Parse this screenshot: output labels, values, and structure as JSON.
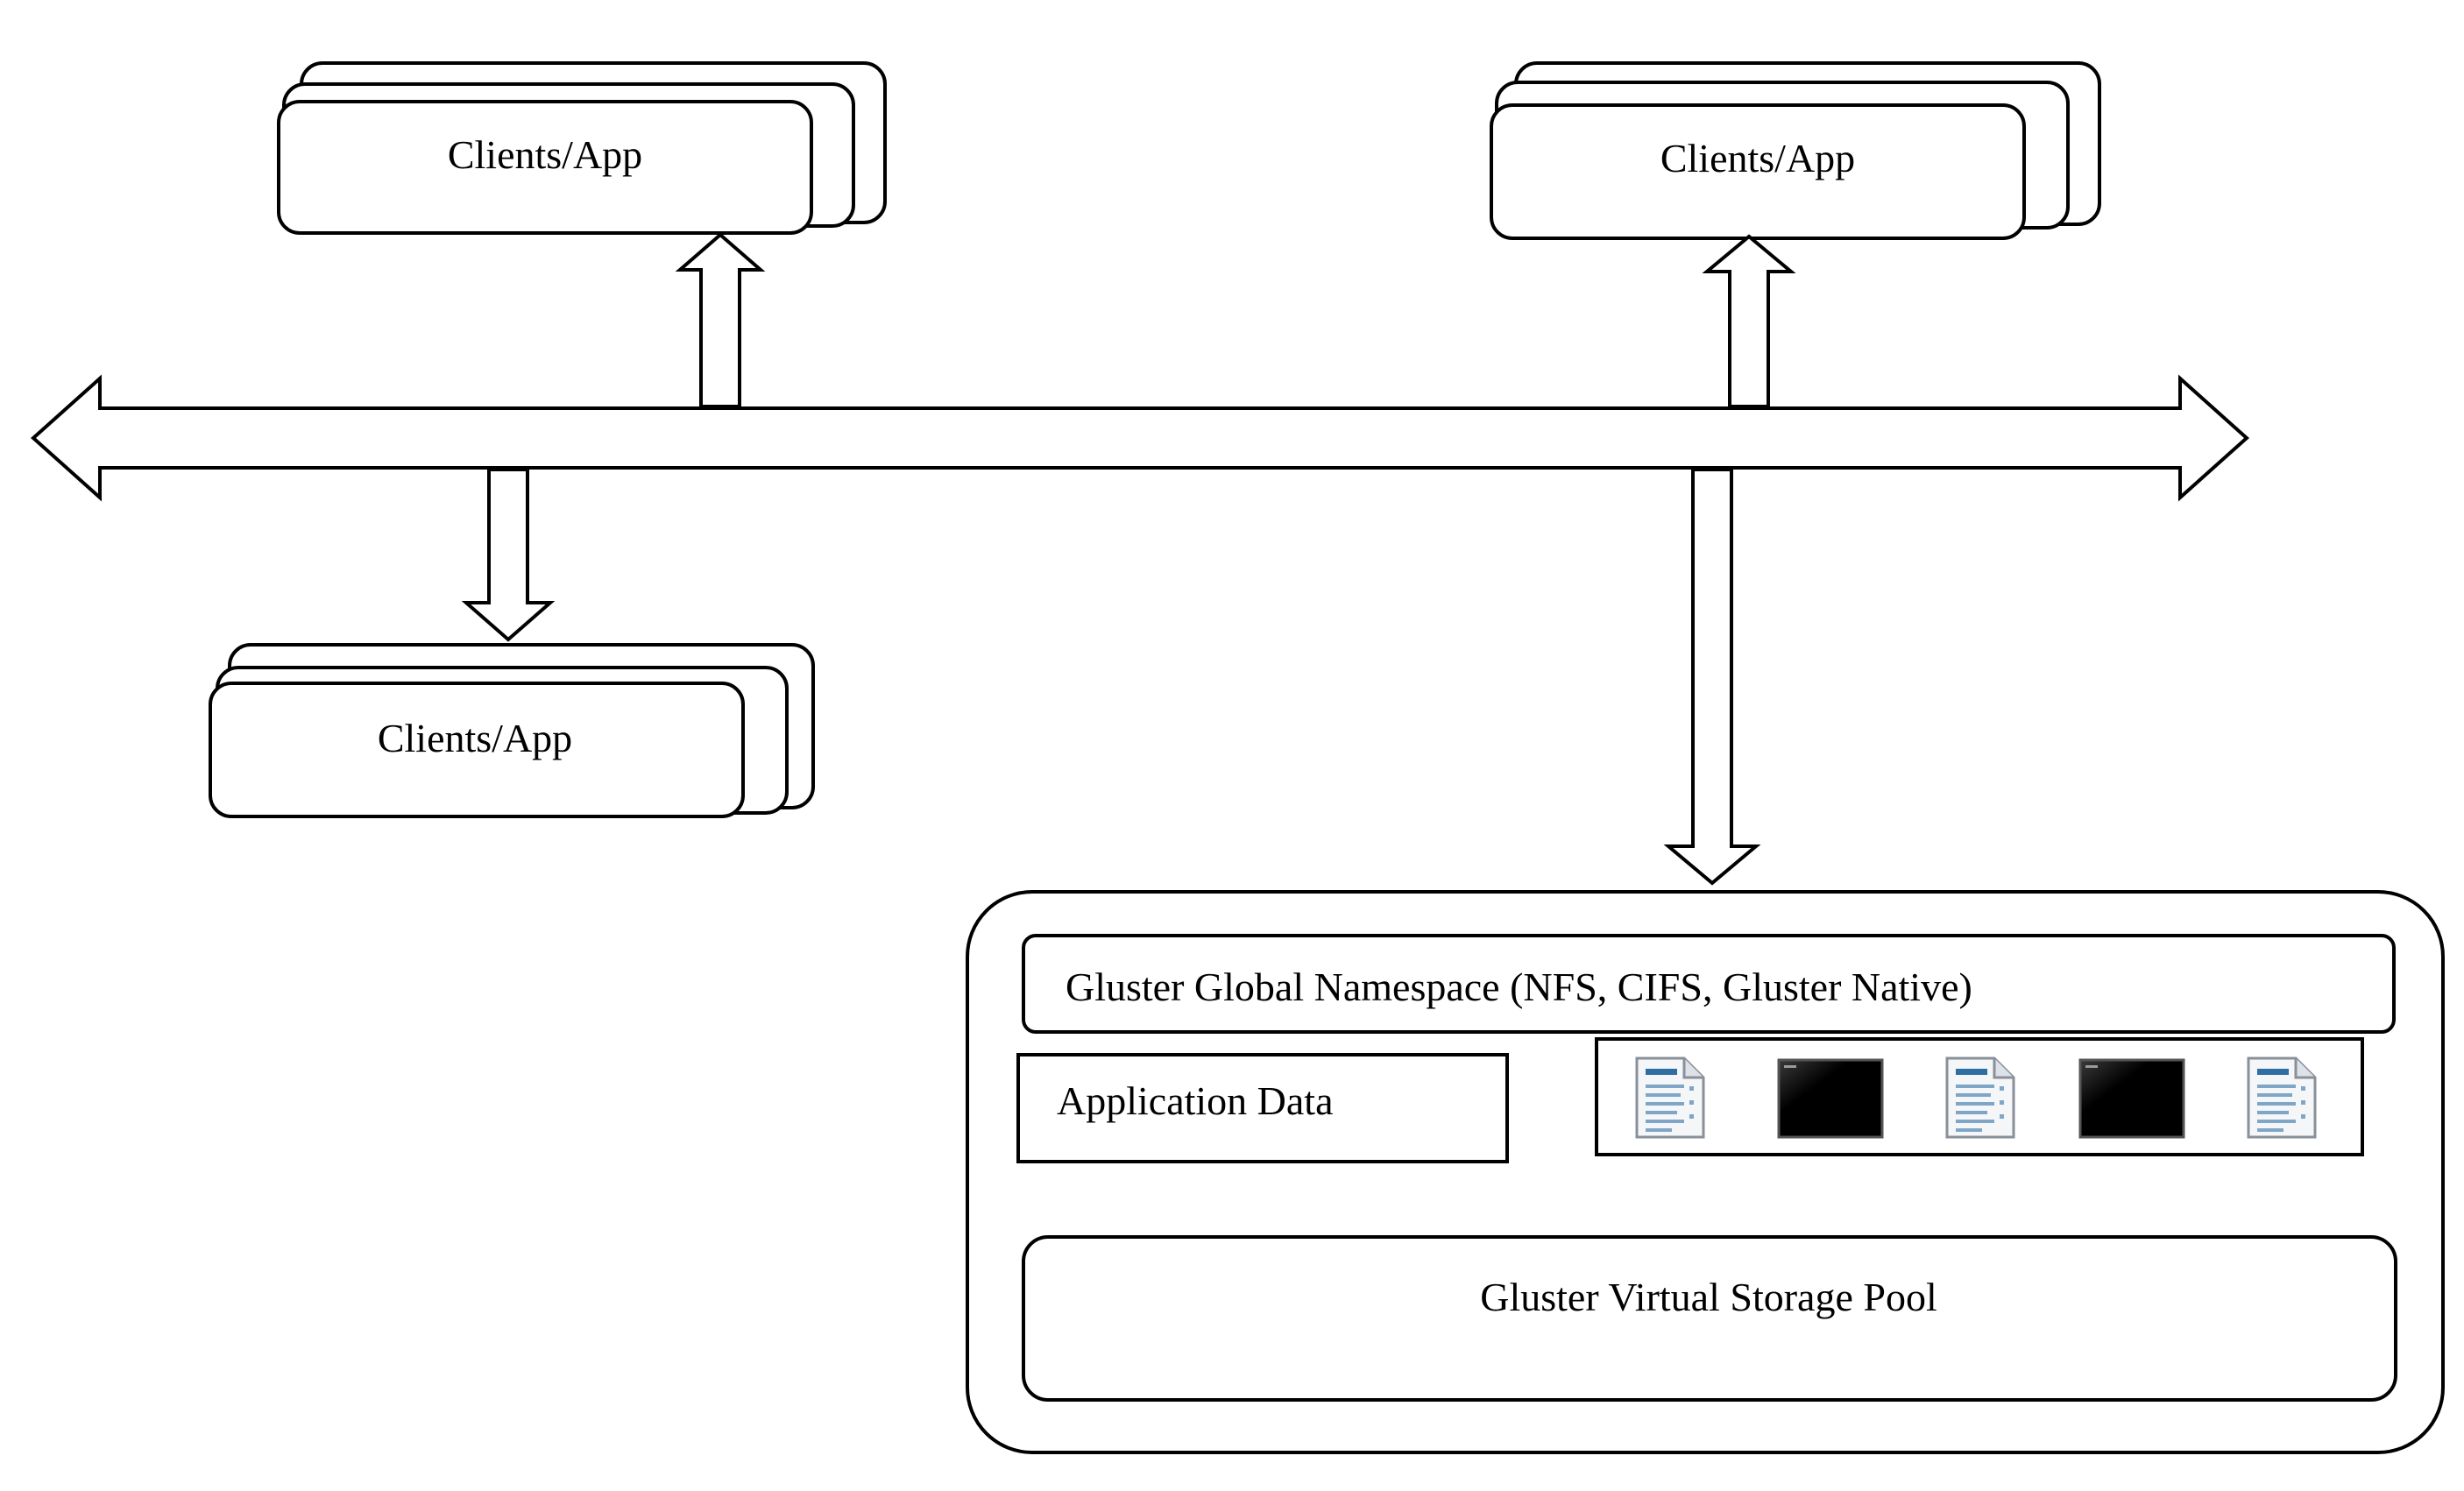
{
  "clients": [
    {
      "label": "Clients/App"
    },
    {
      "label": "Clients/App"
    },
    {
      "label": "Clients/App"
    }
  ],
  "gluster": {
    "namespace_label": "Gluster Global Namespace (NFS, CIFS, Gluster Native)",
    "app_data_label": "Application Data",
    "storage_pool_label": "Gluster Virtual Storage Pool",
    "file_items": [
      "document-icon",
      "terminal-icon",
      "document-icon",
      "terminal-icon",
      "document-icon"
    ]
  },
  "colors": {
    "stroke": "#000000",
    "fill": "#ffffff",
    "doc_accent": "#2f6ea3",
    "terminal": "#000000"
  }
}
